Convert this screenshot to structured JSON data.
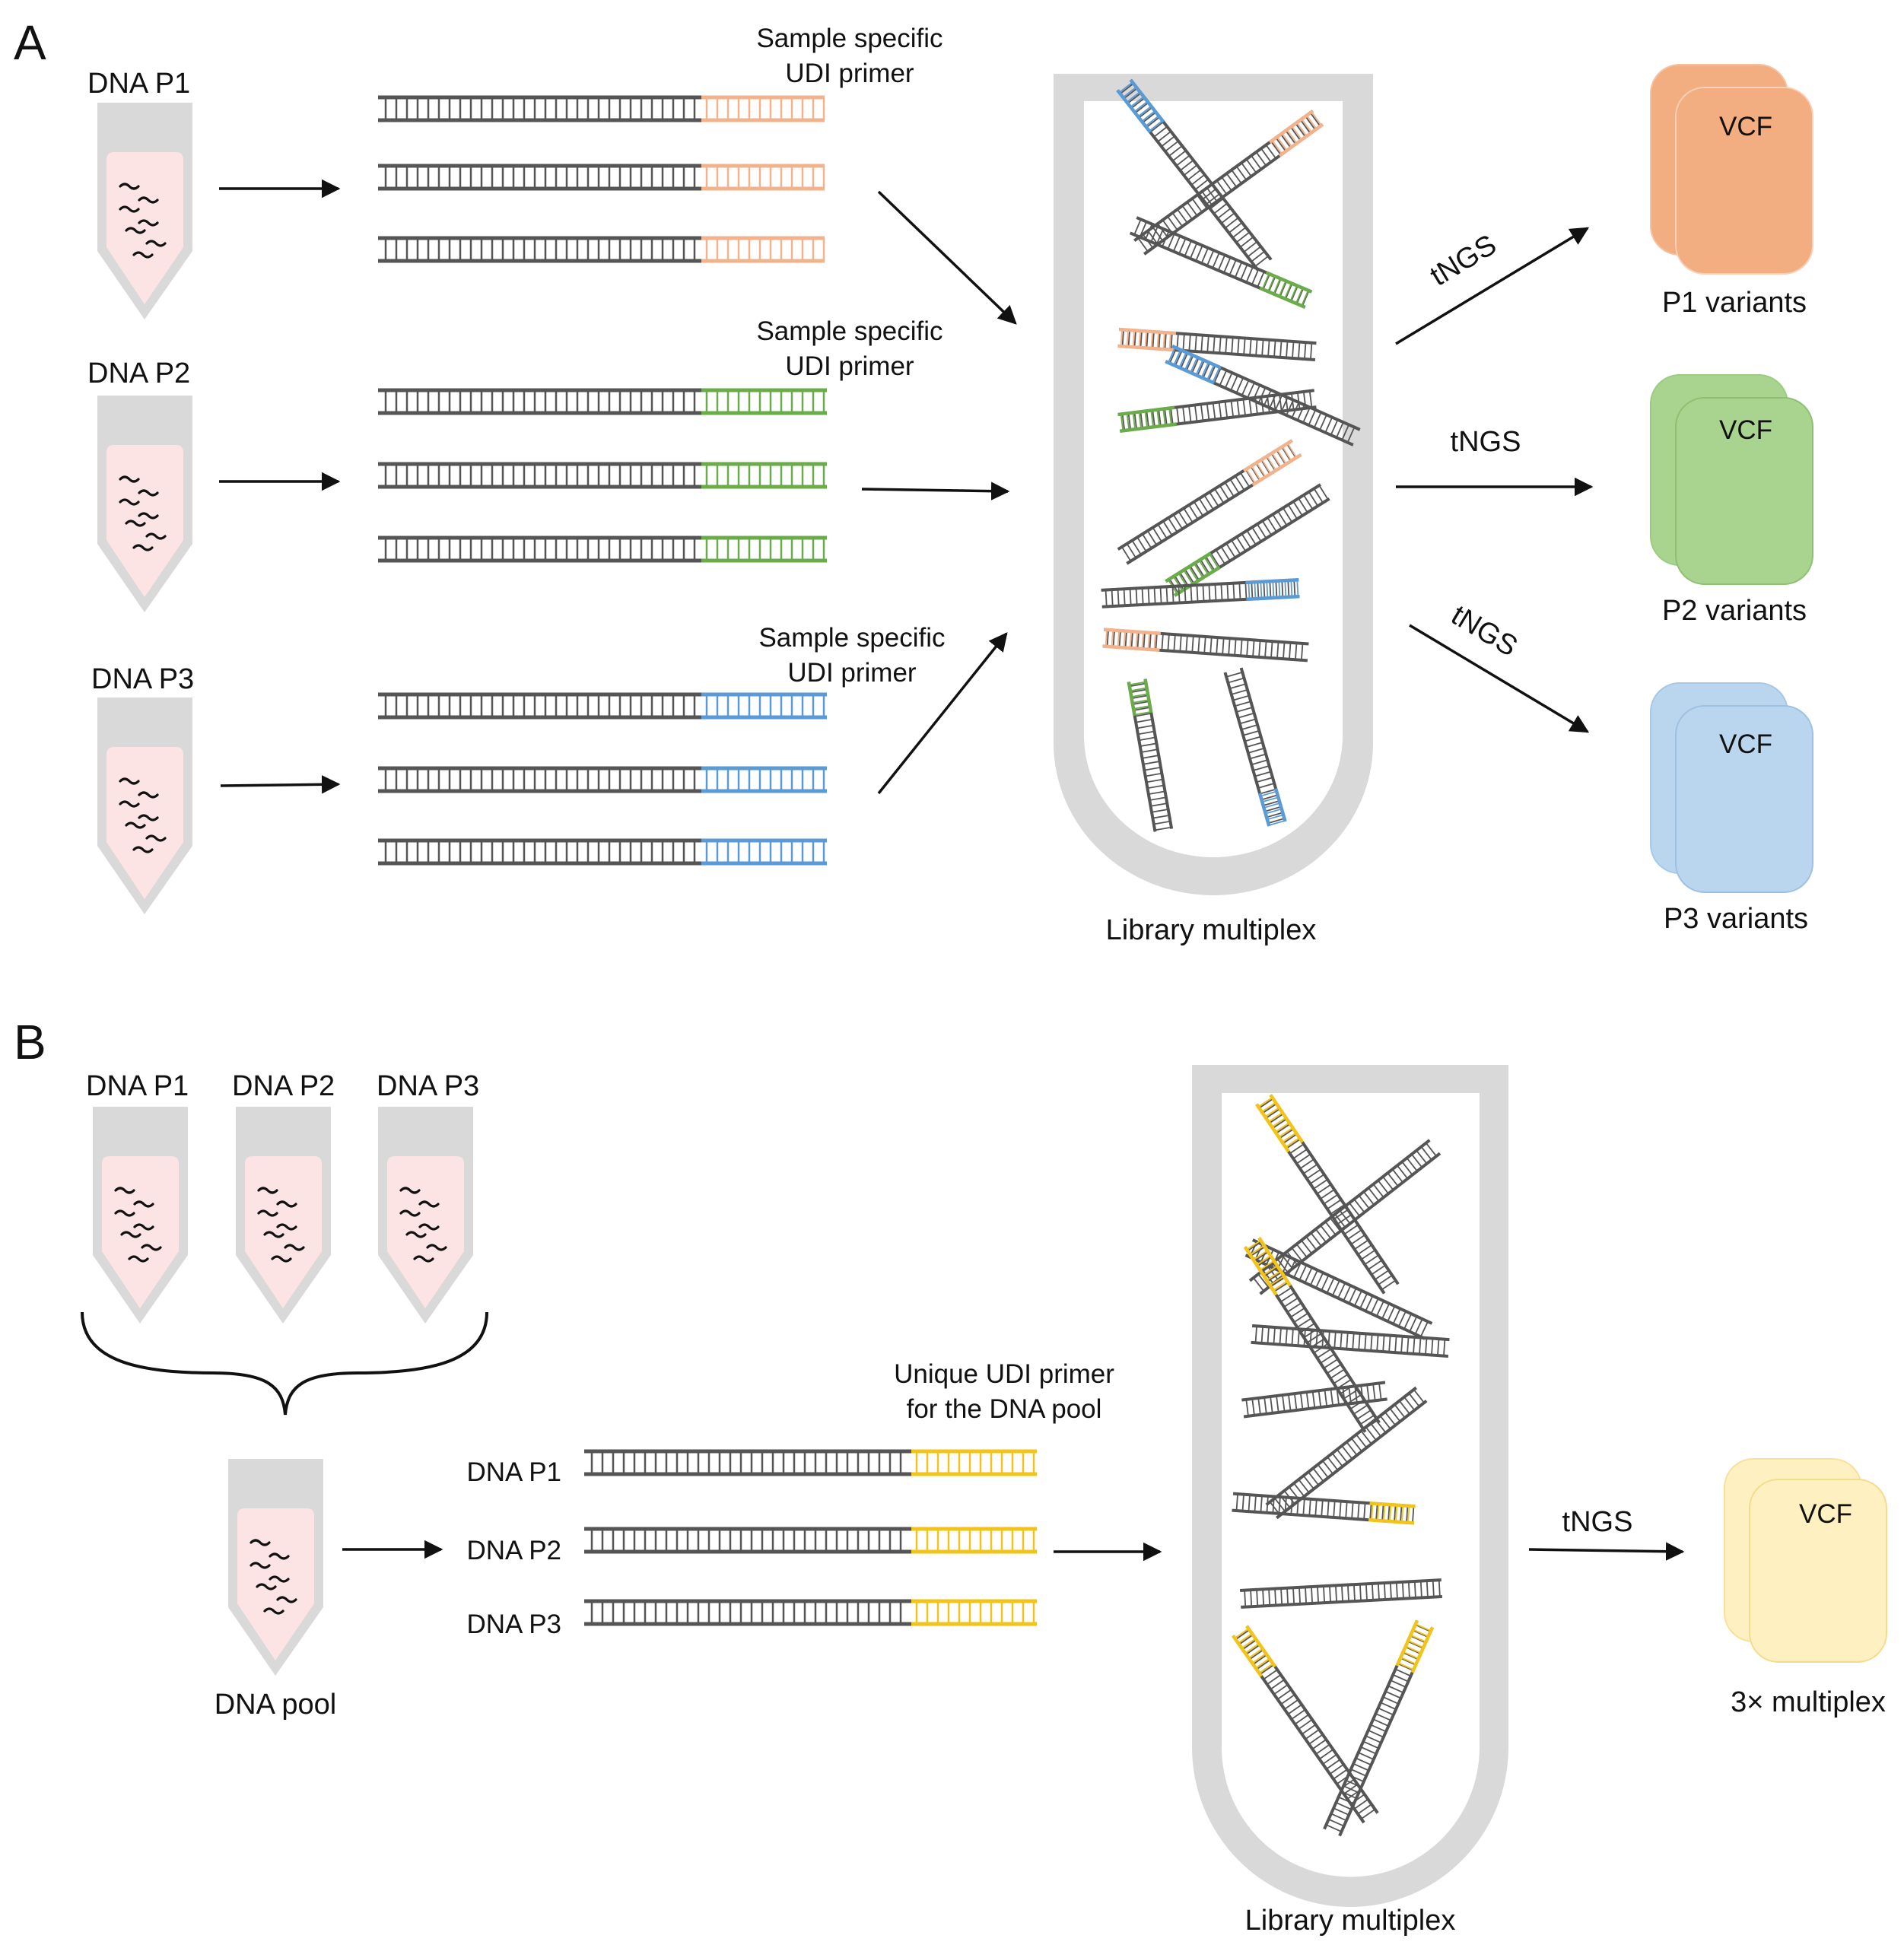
{
  "colors": {
    "dna_strand": "#555555",
    "tube_gray": "#d9d9d9",
    "tube_fill": "#fde4e4",
    "orange": "#f2b28c",
    "green": "#6aab4a",
    "blue": "#5b9bd5",
    "yellow": "#f2c318",
    "vcf_orange": "#f2ad80",
    "vcf_green": "#a8d48f",
    "vcf_blue": "#bad6ee",
    "vcf_yellow": "#fff0c2",
    "text": "#111111"
  },
  "panel_a": {
    "label": "A",
    "samples": [
      {
        "label": "DNA P1",
        "primer_label_1": "Sample specific",
        "primer_label_2": "UDI primer"
      },
      {
        "label": "DNA P2",
        "primer_label_1": "Sample specific",
        "primer_label_2": "UDI primer"
      },
      {
        "label": "DNA P3",
        "primer_label_1": "Sample specific",
        "primer_label_2": "UDI primer"
      }
    ],
    "multiplex_label": "Library multiplex",
    "arrow_labels": [
      "tNGS",
      "tNGS",
      "tNGS"
    ],
    "outputs": [
      {
        "file": "VCF",
        "label": "P1 variants"
      },
      {
        "file": "VCF",
        "label": "P2 variants"
      },
      {
        "file": "VCF",
        "label": "P3 variants"
      }
    ]
  },
  "panel_b": {
    "label": "B",
    "samples": [
      "DNA P1",
      "DNA P2",
      "DNA P3"
    ],
    "pool_label": "DNA pool",
    "primer_label_1": "Unique UDI primer",
    "primer_label_2": "for the DNA pool",
    "strand_labels": [
      "DNA P1",
      "DNA P2",
      "DNA P3"
    ],
    "multiplex_label": "Library multiplex",
    "arrow_label": "tNGS",
    "output": {
      "file": "VCF",
      "label": "3× multiplex"
    }
  },
  "icons": [
    "sample-tube-icon",
    "dna-fragment-icon",
    "document-stack-icon",
    "arrow-icon",
    "curly-brace-icon"
  ]
}
